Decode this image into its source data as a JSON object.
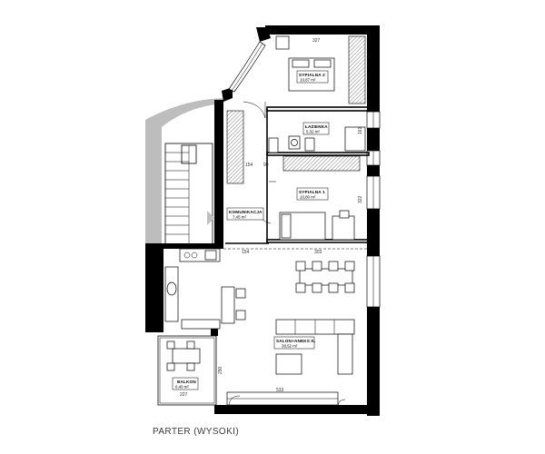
{
  "floor": {
    "label": "PARTER (WYSOKI)"
  },
  "rooms": {
    "sypialna2": {
      "name": "SYPIALNA 2",
      "area": "10,87 m²"
    },
    "lazienka": {
      "name": "ŁAZIENKA",
      "area": "5,32 m²"
    },
    "sypialna1": {
      "name": "SYPIALNA 1",
      "area": "10,80 m²"
    },
    "komunikacja": {
      "name": "KOMUNIKACJA",
      "area": "7,45 m²"
    },
    "salon": {
      "name": "SALON+ANEKS K.",
      "area": "38,52 m²"
    },
    "balkon": {
      "name": "BALKON",
      "area": "6,40 m²"
    }
  },
  "dimensions": {
    "sypialna2_width": "327",
    "lazienka_height": "161",
    "sypialna1_height": "322",
    "corridor_width": "154",
    "corridor_small": "90",
    "salon_width": "303",
    "kitchen_width": "154",
    "salon_bottom": "533",
    "balkon_width": "227",
    "balkon_side": "290"
  }
}
